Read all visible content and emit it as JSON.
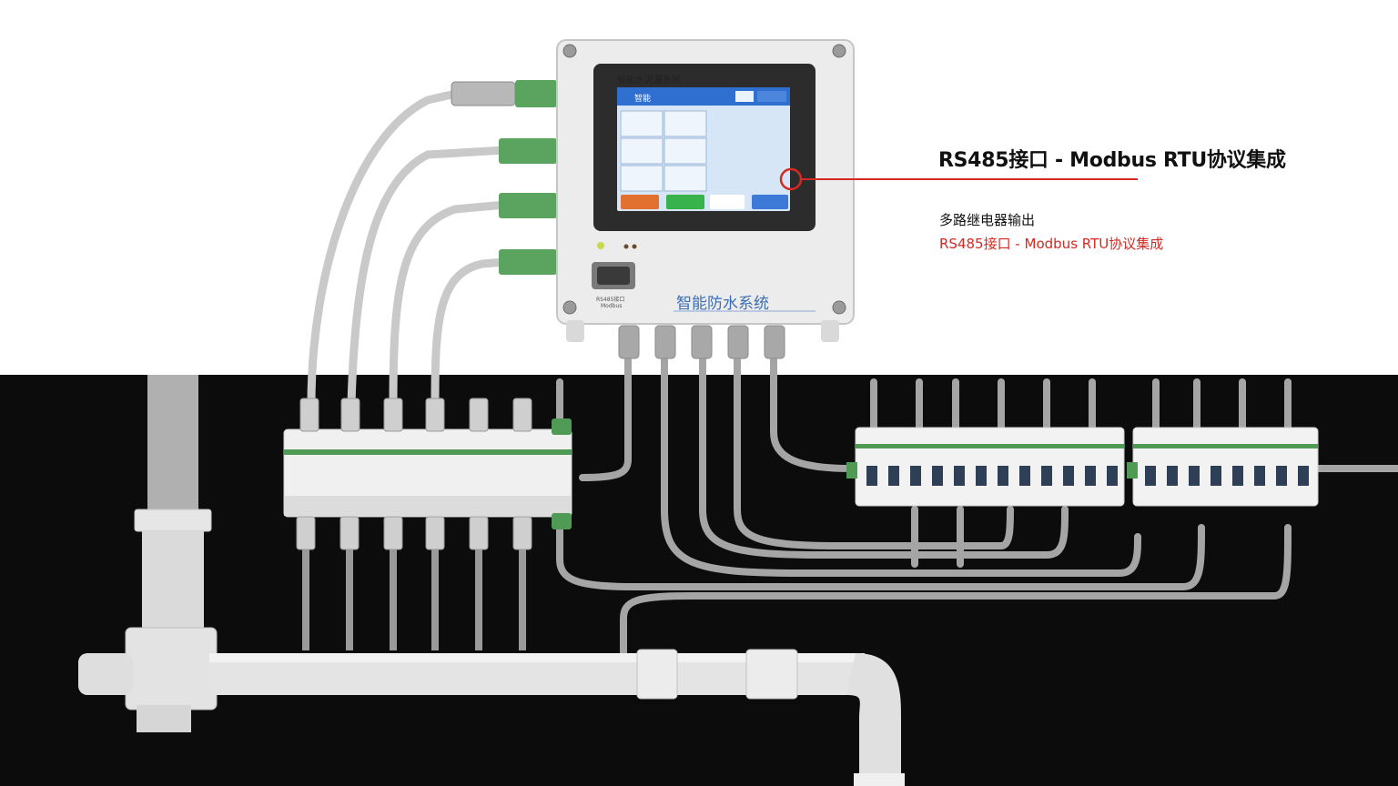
{
  "callout": {
    "title": "RS485接口 - Modbus RTU协议集成",
    "line1": "多路继电器输出",
    "line2": "RS485接口 - Modbus RTU协议集成",
    "accent_color": "#d42a22"
  },
  "device": {
    "brand": "智能防水系统",
    "screen_title": "智能水泥漏系统",
    "app_name": "智能",
    "port_caption_1": "RS485接口",
    "port_caption_2": "Modbus"
  },
  "colors": {
    "backdrop_dark": "#0c0c0c",
    "wall_light": "#ffffff",
    "enclosure": "#ebebeb",
    "terminal_green": "#4f9a55",
    "screen_blue": "#2f6fd0",
    "button_orange": "#e2702f",
    "button_green": "#38b24a",
    "button_blue": "#3d7ad8"
  },
  "icons": [
    "screw-icon",
    "status-led-icon",
    "db9-serial-port-icon",
    "red-indicator-circle-icon"
  ]
}
